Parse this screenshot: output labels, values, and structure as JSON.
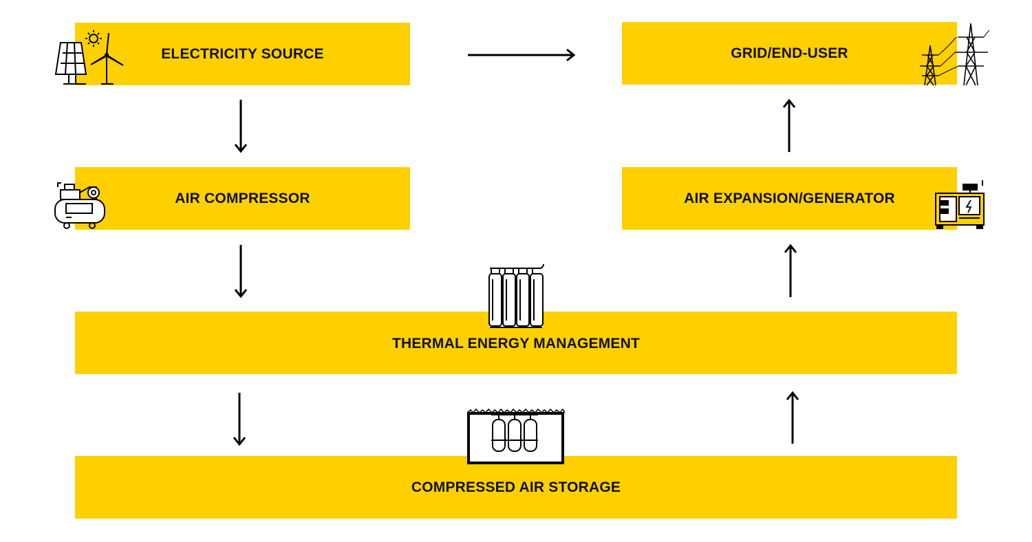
{
  "diagram": {
    "nodes": {
      "electricity_source": "ELECTRICITY SOURCE",
      "grid_end_user": "GRID/END-USER",
      "air_compressor": "AIR COMPRESSOR",
      "air_expansion_generator": "AIR EXPANSION/GENERATOR",
      "thermal_energy_management": "THERMAL ENERGY MANAGEMENT",
      "compressed_air_storage": "COMPRESSED AIR STORAGE"
    },
    "edges": [
      {
        "from": "electricity_source",
        "to": "grid_end_user"
      },
      {
        "from": "electricity_source",
        "to": "air_compressor"
      },
      {
        "from": "air_compressor",
        "to": "thermal_energy_management"
      },
      {
        "from": "thermal_energy_management",
        "to": "compressed_air_storage"
      },
      {
        "from": "compressed_air_storage",
        "to": "thermal_energy_management"
      },
      {
        "from": "thermal_energy_management",
        "to": "air_expansion_generator"
      },
      {
        "from": "air_expansion_generator",
        "to": "grid_end_user"
      }
    ],
    "icons": [
      "solar-wind-icon",
      "power-pylon-icon",
      "air-compressor-icon",
      "generator-icon",
      "heat-exchanger-icon",
      "underground-tanks-icon"
    ]
  },
  "colors": {
    "box_fill": "#FFD000",
    "text": "#111111",
    "arrow": "#000000",
    "background": "#FFFFFF"
  }
}
